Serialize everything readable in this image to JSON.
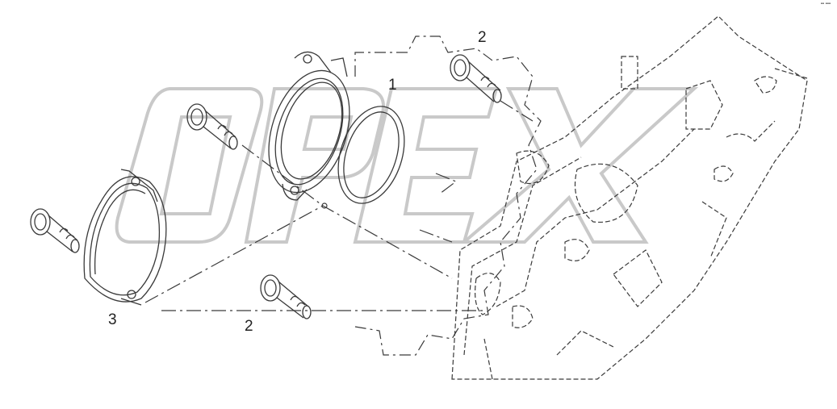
{
  "callouts": {
    "part_1": "1",
    "part_2_top": "2",
    "part_2_bottom": "2",
    "part_3": "3"
  },
  "watermark": {
    "text": "OPEX"
  },
  "corner_mark": "▪▪ ▪▪▪",
  "colors": {
    "line": "#3a3a3a",
    "watermark": "#c9c9c9",
    "background": "#ffffff"
  }
}
